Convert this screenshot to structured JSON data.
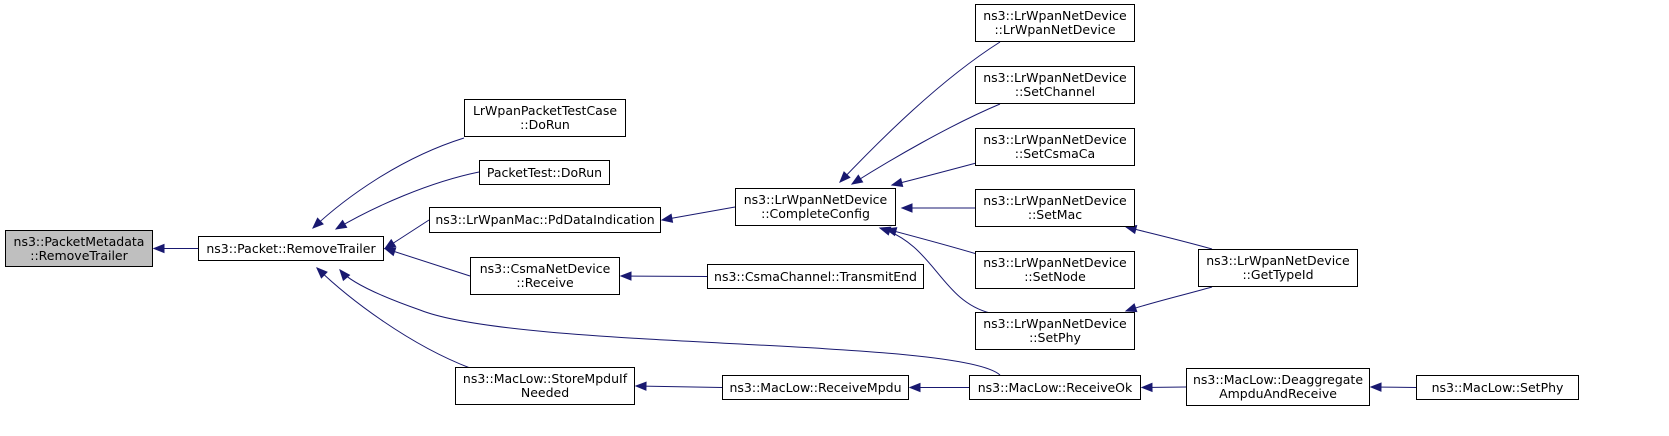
{
  "nodes": [
    {
      "id": "root",
      "lines": [
        "ns3::PacketMetadata",
        "::RemoveTrailer"
      ],
      "root": true
    },
    {
      "id": "packet_removetrailer",
      "lines": [
        "ns3::Packet::RemoveTrailer"
      ]
    },
    {
      "id": "lrwpanpackettestcase_dorun",
      "lines": [
        "LrWpanPacketTestCase",
        "::DoRun"
      ]
    },
    {
      "id": "packettest_dorun",
      "lines": [
        "PacketTest::DoRun"
      ]
    },
    {
      "id": "lrwpanmac_pddataindication",
      "lines": [
        "ns3::LrWpanMac::PdDataIndication"
      ]
    },
    {
      "id": "csmanetdevice_receive",
      "lines": [
        "ns3::CsmaNetDevice",
        "::Receive"
      ]
    },
    {
      "id": "maclow_storempduifneeded",
      "lines": [
        "ns3::MacLow::StoreMpduIf",
        "Needed"
      ]
    },
    {
      "id": "lrwpannetdevice_completeconfig",
      "lines": [
        "ns3::LrWpanNetDevice",
        "::CompleteConfig"
      ]
    },
    {
      "id": "csmachannel_transmitend",
      "lines": [
        "ns3::CsmaChannel::TransmitEnd"
      ]
    },
    {
      "id": "maclow_receivempdu",
      "lines": [
        "ns3::MacLow::ReceiveMpdu"
      ]
    },
    {
      "id": "lrwpannetdevice_ctor",
      "lines": [
        "ns3::LrWpanNetDevice",
        "::LrWpanNetDevice"
      ]
    },
    {
      "id": "lrwpannetdevice_setchannel",
      "lines": [
        "ns3::LrWpanNetDevice",
        "::SetChannel"
      ]
    },
    {
      "id": "lrwpannetdevice_setcsmaca",
      "lines": [
        "ns3::LrWpanNetDevice",
        "::SetCsmaCa"
      ]
    },
    {
      "id": "lrwpannetdevice_setmac",
      "lines": [
        "ns3::LrWpanNetDevice",
        "::SetMac"
      ]
    },
    {
      "id": "lrwpannetdevice_setnode",
      "lines": [
        "ns3::LrWpanNetDevice",
        "::SetNode"
      ]
    },
    {
      "id": "lrwpannetdevice_setphy",
      "lines": [
        "ns3::LrWpanNetDevice",
        "::SetPhy"
      ]
    },
    {
      "id": "maclow_receiveok",
      "lines": [
        "ns3::MacLow::ReceiveOk"
      ]
    },
    {
      "id": "lrwpannetdevice_gettypeid",
      "lines": [
        "ns3::LrWpanNetDevice",
        "::GetTypeId"
      ]
    },
    {
      "id": "maclow_deaggregateampduandreceive",
      "lines": [
        "ns3::MacLow::Deaggregate",
        "AmpduAndReceive"
      ]
    },
    {
      "id": "maclow_setphy",
      "lines": [
        "ns3::MacLow::SetPhy"
      ]
    }
  ],
  "edges": [
    {
      "from": "packet_removetrailer",
      "to": "root"
    },
    {
      "from": "lrwpanpackettestcase_dorun",
      "to": "packet_removetrailer"
    },
    {
      "from": "packettest_dorun",
      "to": "packet_removetrailer"
    },
    {
      "from": "lrwpanmac_pddataindication",
      "to": "packet_removetrailer"
    },
    {
      "from": "csmanetdevice_receive",
      "to": "packet_removetrailer"
    },
    {
      "from": "maclow_storempduifneeded",
      "to": "packet_removetrailer"
    },
    {
      "from": "maclow_receiveok",
      "to": "packet_removetrailer"
    },
    {
      "from": "lrwpannetdevice_completeconfig",
      "to": "lrwpanmac_pddataindication"
    },
    {
      "from": "csmachannel_transmitend",
      "to": "csmanetdevice_receive"
    },
    {
      "from": "maclow_receivempdu",
      "to": "maclow_storempduifneeded"
    },
    {
      "from": "lrwpannetdevice_ctor",
      "to": "lrwpannetdevice_completeconfig"
    },
    {
      "from": "lrwpannetdevice_setchannel",
      "to": "lrwpannetdevice_completeconfig"
    },
    {
      "from": "lrwpannetdevice_setcsmaca",
      "to": "lrwpannetdevice_completeconfig"
    },
    {
      "from": "lrwpannetdevice_setmac",
      "to": "lrwpannetdevice_completeconfig"
    },
    {
      "from": "lrwpannetdevice_setnode",
      "to": "lrwpannetdevice_completeconfig"
    },
    {
      "from": "lrwpannetdevice_setphy",
      "to": "lrwpannetdevice_completeconfig"
    },
    {
      "from": "maclow_receiveok",
      "to": "maclow_receivempdu"
    },
    {
      "from": "lrwpannetdevice_gettypeid",
      "to": "lrwpannetdevice_setmac"
    },
    {
      "from": "lrwpannetdevice_gettypeid",
      "to": "lrwpannetdevice_setphy"
    },
    {
      "from": "maclow_deaggregateampduandreceive",
      "to": "maclow_receiveok"
    },
    {
      "from": "maclow_setphy",
      "to": "maclow_deaggregateampduandreceive"
    }
  ],
  "colors": {
    "edge": "#191970",
    "root_fill": "#bfbfbf",
    "node_border": "#000000"
  }
}
